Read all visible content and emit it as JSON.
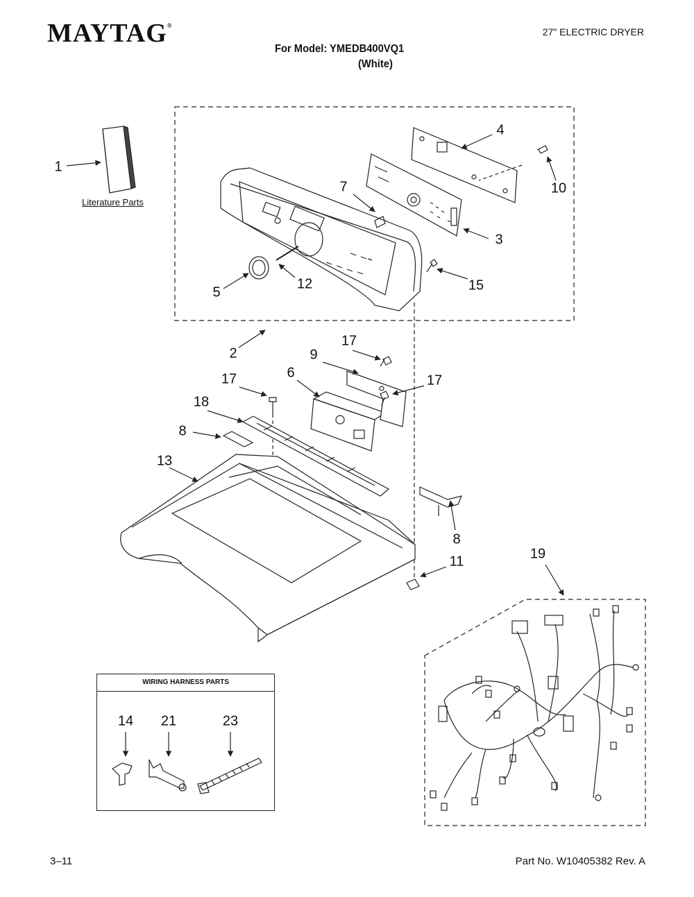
{
  "header": {
    "brand": "MAYTAG",
    "product": "27\" ELECTRIC DRYER",
    "model_line": "For Model: YMEDB400VQ1",
    "color_line": "(White)"
  },
  "literature_label": "Literature Parts",
  "callouts": {
    "c1": "1",
    "c2": "2",
    "c3": "3",
    "c4": "4",
    "c5": "5",
    "c6": "6",
    "c7": "7",
    "c8a": "8",
    "c8b": "8",
    "c9": "9",
    "c10": "10",
    "c11": "11",
    "c12": "12",
    "c13": "13",
    "c15": "15",
    "c17a": "17",
    "c17b": "17",
    "c17c": "17",
    "c18": "18",
    "c19": "19"
  },
  "wiring_box": {
    "title": "WIRING HARNESS PARTS",
    "p14": "14",
    "p21": "21",
    "p23": "23"
  },
  "footer": {
    "date": "3–11",
    "part_no": "Part No. W10405382 Rev. A"
  }
}
